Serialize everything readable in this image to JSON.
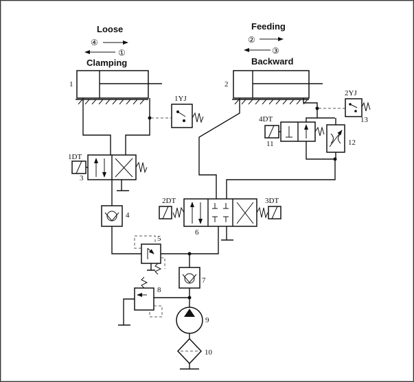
{
  "cyl1": {
    "label_top": "Loose",
    "circ_top": "④",
    "circ_bot": "①",
    "label_bot": "Clamping",
    "num": "1"
  },
  "cyl2": {
    "label_top": "Feeding",
    "circ_top": "②",
    "circ_bot": "③",
    "label_bot": "Backward",
    "num": "2"
  },
  "components": {
    "yj1": "1YJ",
    "yj2": "2YJ",
    "dt1": "1DT",
    "dt2": "2DT",
    "dt3": "3DT",
    "dt4": "4DT",
    "n3": "3",
    "n4": "4",
    "n5": "5",
    "n6": "6",
    "n7": "7",
    "n8": "8",
    "n9": "9",
    "n10": "10",
    "n11": "11",
    "n12": "12",
    "n13": "13"
  },
  "colors": {
    "line": "#111111",
    "background": "#ffffff"
  }
}
